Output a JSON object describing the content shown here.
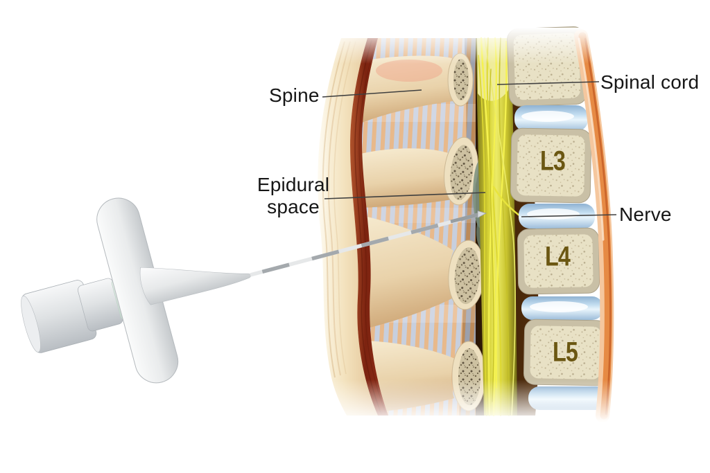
{
  "figure": {
    "type": "medical-illustration",
    "subject": "Epidural needle placed between lumbar vertebrae reaching the epidural space",
    "annotations": {
      "spine": "Spine",
      "epidural_space": "Epidural space",
      "spinal_cord": "Spinal cord",
      "nerve": "Nerve"
    },
    "vertebra_labels": [
      "L3",
      "L4",
      "L5"
    ],
    "palette": {
      "label_text": "#161616",
      "vertebra_text": "#6b5712",
      "skin": "#f3e2bd",
      "muscle_red": "#8f2c16",
      "bone_beige": "#ecd9b6",
      "ligament_orange": "#e2a86e",
      "ligament_blue": "#b9c3d6",
      "spinal_canal_brown": "#3c2007",
      "nerve_yellow": "#eae43b",
      "spinal_cord_yellow": "#efec9e",
      "epidural_space_green": "#7f9480",
      "vertebra_body": "#e8e1c5",
      "vertebra_rim": "#b6ad94",
      "disc_blue": "#a9c8e2",
      "outer_band_orange": "#e68a44",
      "device_gray": "#d9dcdf"
    }
  }
}
